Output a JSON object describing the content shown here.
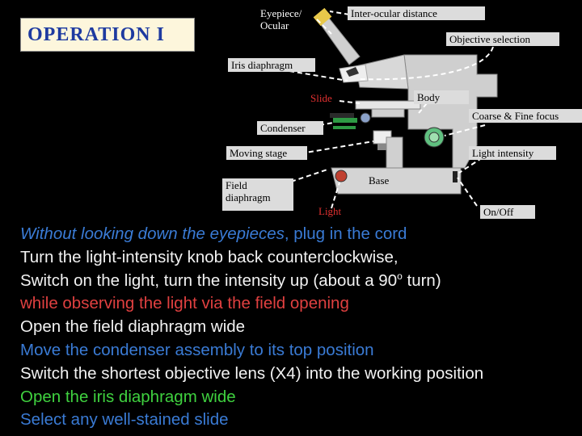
{
  "title": "OPERATION I",
  "labels": {
    "eyepiece": "Eyepiece/\nOcular",
    "inter_ocular": "Inter-ocular distance",
    "objective": "Objective selection",
    "iris": "Iris diaphragm",
    "slide": "Slide",
    "body": "Body",
    "coarse_fine": "Coarse & Fine focus",
    "condenser": "Condenser",
    "moving_stage": "Moving stage",
    "light_intensity": "Light intensity",
    "base": "Base",
    "field_diaphragm": "Field\ndiaphragm",
    "light": "Light",
    "on_off": "On/Off"
  },
  "steps": [
    {
      "prefix": "Without looking down the eyepieces",
      "text": ", plug in the cord",
      "color": "blue",
      "prefix_italic": true
    },
    {
      "text": "Turn the light-intensity knob back counterclockwise,",
      "color": "white"
    },
    {
      "text": "Switch on the light, turn the intensity up (about a 90",
      "sup": "o",
      "suffix": " turn)",
      "color": "white"
    },
    {
      "text": "while observing the light via the field opening",
      "color": "red"
    },
    {
      "text": "Open the field diaphragm wide",
      "color": "white"
    },
    {
      "text": "Move the condenser assembly to its top position",
      "color": "blue"
    },
    {
      "text": "Switch the shortest objective lens (X4) into the working position",
      "color": "white"
    },
    {
      "text": "Open the iris diaphragm wide",
      "color": "green"
    },
    {
      "text": "Select any well-stained slide",
      "color": "blue"
    }
  ],
  "colors": {
    "blue": "#3a7bd5",
    "white": "#f2f2f2",
    "red": "#e04040",
    "green": "#3fd13f"
  }
}
